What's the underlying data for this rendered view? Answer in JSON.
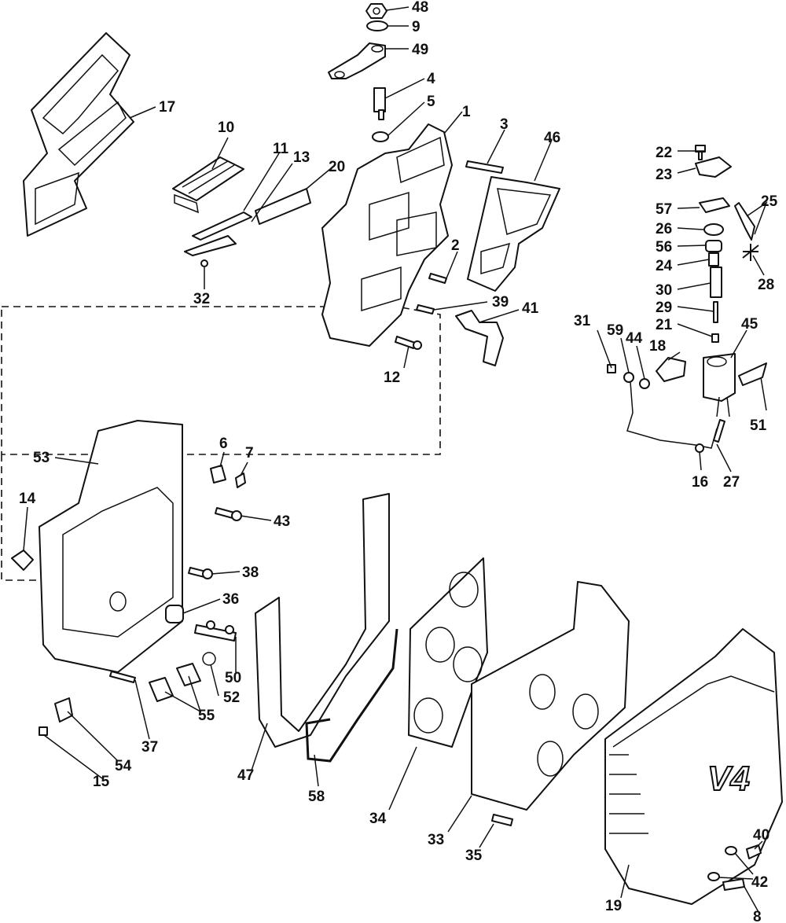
{
  "logo_text": "V4",
  "callouts": [
    "48",
    "9",
    "49",
    "4",
    "5",
    "1",
    "3",
    "46",
    "17",
    "10",
    "11",
    "13",
    "20",
    "32",
    "22",
    "23",
    "57",
    "25",
    "26",
    "56",
    "28",
    "24",
    "30",
    "29",
    "21",
    "45",
    "31",
    "59",
    "44",
    "18",
    "2",
    "39",
    "41",
    "12",
    "51",
    "16",
    "27",
    "6",
    "7",
    "53",
    "14",
    "43",
    "38",
    "36",
    "50",
    "52",
    "55",
    "37",
    "54",
    "15",
    "47",
    "58",
    "34",
    "33",
    "35",
    "19",
    "40",
    "42",
    "8"
  ]
}
